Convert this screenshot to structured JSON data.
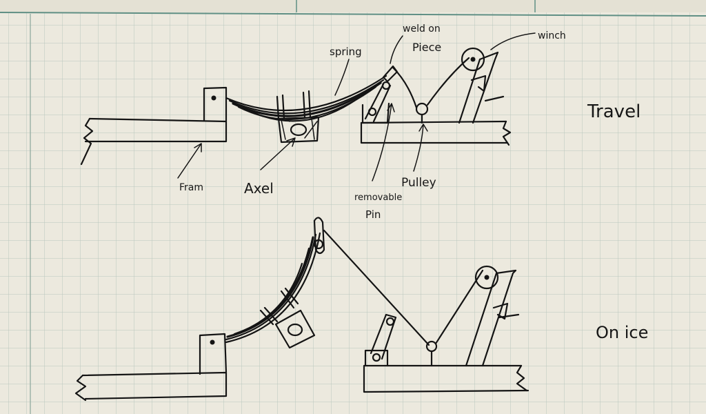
{
  "labels": {
    "welded_piece": "weld on Piece",
    "spring": "spring",
    "winch": "winch",
    "frame": "Fram",
    "axel": "Axel",
    "removable_pin": "removable Pin",
    "pulley": "Pulley"
  },
  "states": {
    "travel": "Travel",
    "on_ice": "On ice"
  }
}
